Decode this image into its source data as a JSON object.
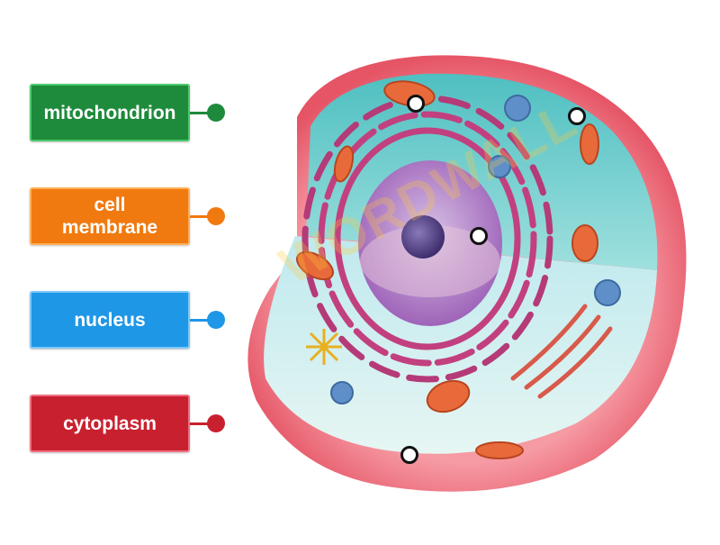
{
  "labels": [
    {
      "id": "mitochondrion",
      "text": "mitochondrion",
      "color": "#1e8a3c",
      "border": "#4cc96a"
    },
    {
      "id": "cell-membrane",
      "text": "cell membrane",
      "color": "#f07a10",
      "border": "#ffb057"
    },
    {
      "id": "nucleus",
      "text": "nucleus",
      "color": "#1e97e6",
      "border": "#7cc8f7"
    },
    {
      "id": "cytoplasm",
      "text": "cytoplasm",
      "color": "#c9202f",
      "border": "#f07080"
    }
  ],
  "watermark": "WORDWALL",
  "colors": {
    "membrane": "#f07a86",
    "cytoplasm": "#7fd3d6",
    "nucleus": "#a45fb8",
    "er": "#c2407f",
    "mitochondria": "#e86a3a"
  }
}
